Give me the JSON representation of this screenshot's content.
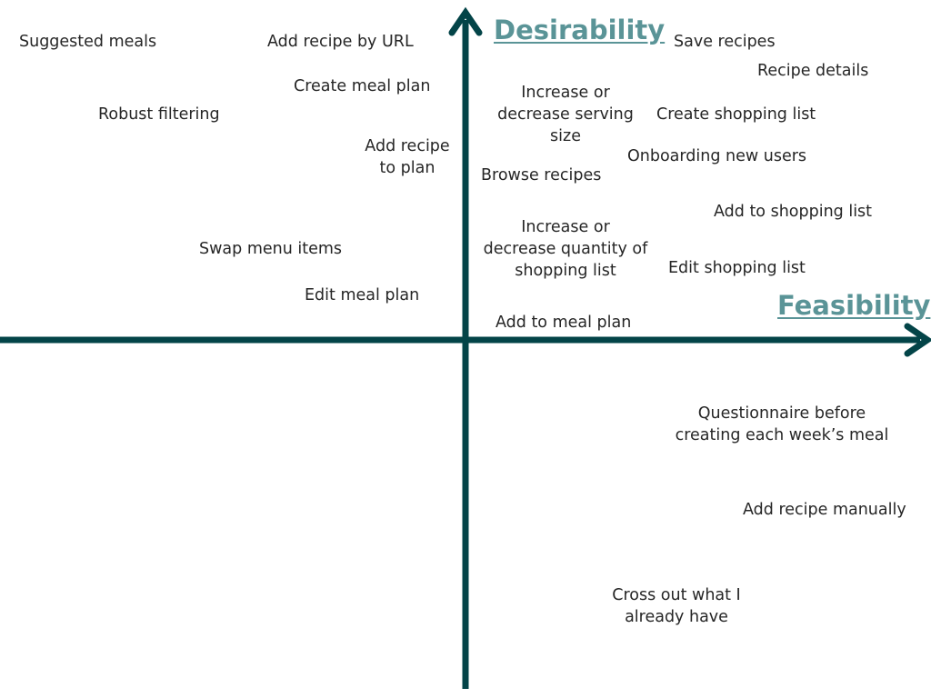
{
  "colors": {
    "axis": "#034448",
    "title": "#5a9497",
    "text": "#262626",
    "background": "#ffffff"
  },
  "axes": {
    "y_title": "Desirability",
    "x_title": "Feasibility"
  },
  "items": {
    "suggested_meals": "Suggested meals",
    "add_recipe_by_url": "Add recipe by URL",
    "create_meal_plan": "Create meal plan",
    "robust_filtering": "Robust filtering",
    "add_recipe_to_plan": "Add recipe\nto plan",
    "swap_menu_items": "Swap menu items",
    "edit_meal_plan": "Edit meal plan",
    "save_recipes": "Save recipes",
    "recipe_details": "Recipe details",
    "increase_serving_size": "Increase or\ndecrease serving\nsize",
    "create_shopping_list": "Create shopping list",
    "onboarding_new_users": "Onboarding new users",
    "browse_recipes": "Browse recipes",
    "add_to_shopping_list": "Add to shopping list",
    "increase_quantity_shopping_list": "Increase or\ndecrease quantity of\nshopping list",
    "edit_shopping_list": "Edit shopping list",
    "add_to_meal_plan": "Add to meal plan",
    "questionnaire": "Questionnaire before\ncreating each week’s meal",
    "add_recipe_manually": "Add recipe manually",
    "cross_out": "Cross out what I\nalready have"
  }
}
